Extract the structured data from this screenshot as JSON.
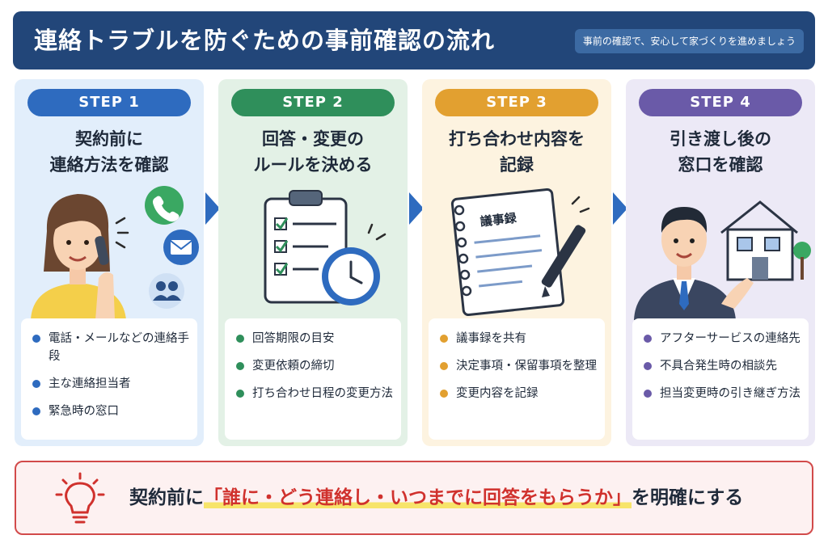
{
  "header": {
    "title": "連絡トラブルを防ぐための事前確認の流れ",
    "subtitle": "事前の確認で、安心して家づくりを進めましょう"
  },
  "colors": {
    "header_bg": "#224679",
    "step1": "#2e6bbf",
    "step2": "#2f8f5b",
    "step3": "#e2a030",
    "step4": "#6a5aa8",
    "accent_red": "#d0312d"
  },
  "steps": [
    {
      "badge": "STEP 1",
      "title_lines": [
        "契約前に",
        "連絡方法を確認"
      ],
      "icons": [
        "woman-on-phone-icon",
        "phone-icon",
        "mail-icon",
        "people-icon"
      ],
      "items": [
        "電話・メールなどの連絡手段",
        "主な連絡担当者",
        "緊急時の窓口"
      ]
    },
    {
      "badge": "STEP 2",
      "title_lines": [
        "回答・変更の",
        "ルールを決める"
      ],
      "icons": [
        "clipboard-checklist-icon",
        "clock-icon"
      ],
      "items": [
        "回答期限の目安",
        "変更依頼の締切",
        "打ち合わせ日程の変更方法"
      ]
    },
    {
      "badge": "STEP 3",
      "title_lines": [
        "打ち合わせ内容を",
        "記録"
      ],
      "icons": [
        "notebook-icon",
        "pen-icon"
      ],
      "notebook_label": "議事録",
      "items": [
        "議事録を共有",
        "決定事項・保留事項を整理",
        "変更内容を記録"
      ]
    },
    {
      "badge": "STEP 4",
      "title_lines": [
        "引き渡し後の",
        "窓口を確認"
      ],
      "icons": [
        "man-in-suit-icon",
        "house-icon",
        "tree-icon"
      ],
      "items": [
        "アフターサービスの連絡先",
        "不具合発生時の相談先",
        "担当変更時の引き継ぎ方法"
      ]
    }
  ],
  "footer": {
    "icon": "lightbulb-icon",
    "prefix": "契約前に",
    "highlight": "「誰に・どう連絡し・いつまでに回答をもらうか」",
    "suffix": "を明確にする"
  }
}
